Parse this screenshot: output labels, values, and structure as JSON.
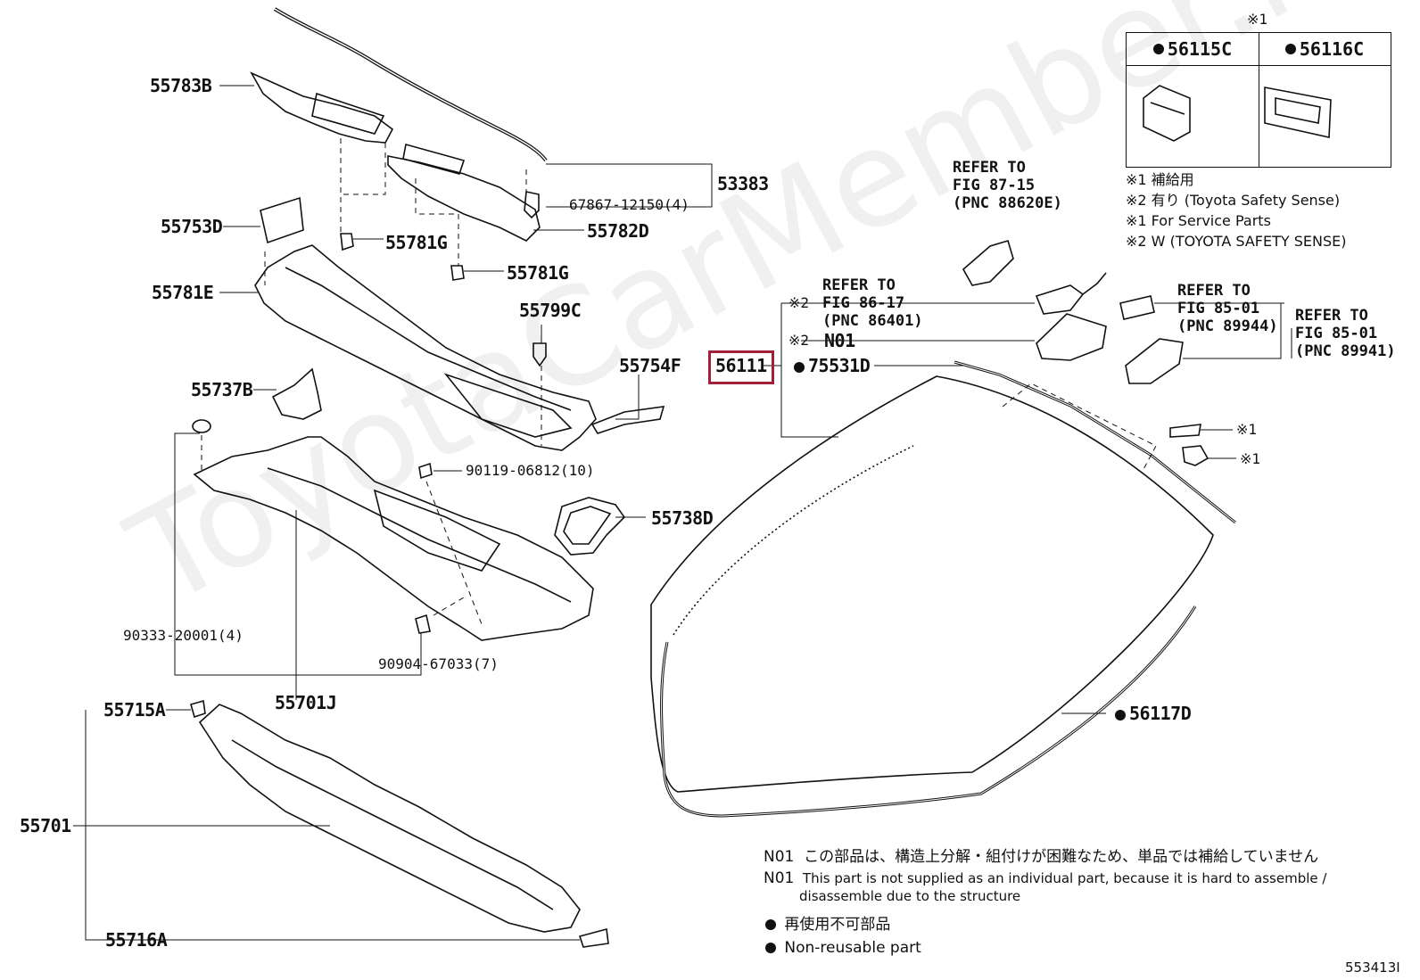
{
  "labels": {
    "p55783B": "55783B",
    "p53383": "53383",
    "p67867": "67867-12150(4)",
    "p55782D": "55782D",
    "p55753D": "55753D",
    "p55781G_a": "55781G",
    "p55781G_b": "55781G",
    "p55781E": "55781E",
    "p55799C": "55799C",
    "p55754F": "55754F",
    "p55737B": "55737B",
    "p90119": "90119-06812(10)",
    "p55738D": "55738D",
    "p90333": "90333-20001(4)",
    "p90904": "90904-67033(7)",
    "p55701J": "55701J",
    "p55715A": "55715A",
    "p55701": "55701",
    "p55716A": "55716A",
    "p56111": "56111",
    "p75531D": "75531D",
    "p56117D": "56117D",
    "pN01": "N01",
    "mark2a": "※2",
    "mark2b": "※2",
    "mark1a": "※1",
    "mark1b": "※1",
    "diagram_id": "553413I"
  },
  "refs": {
    "r1": "REFER TO\nFIG 87-15\n(PNC 88620E)",
    "r2": "REFER TO\nFIG 86-17\n(PNC 86401)",
    "r3": "REFER TO\nFIG 85-01\n(PNC 89944)",
    "r4": "REFER TO\nFIG 85-01\n(PNC 89941)"
  },
  "inset": {
    "mark": "※1",
    "left": "56115C",
    "right": "56116C"
  },
  "notes": {
    "n1": "※1 補給用",
    "n2": "※2 有り (Toyota Safety Sense)",
    "n3": "※1 For Service Parts",
    "n4": "※2 W (TOYOTA SAFETY SENSE)"
  },
  "legend": {
    "jp_n01_code": "N01",
    "jp_n01": "この部品は、構造上分解・組付けが困難なため、単品では補給していません",
    "en_n01_code": "N01",
    "en_n01_line1": "This part is not supplied as an individual part, because it is hard to assemble /",
    "en_n01_line2": "disassemble due to the structure",
    "jp_nonreuse": "再使用不可部品",
    "en_nonreuse": "Non-reusable part"
  },
  "watermark": "ToyotaCarMember.ru",
  "colors": {
    "highlight": "#a3203a",
    "ink": "#111111"
  }
}
